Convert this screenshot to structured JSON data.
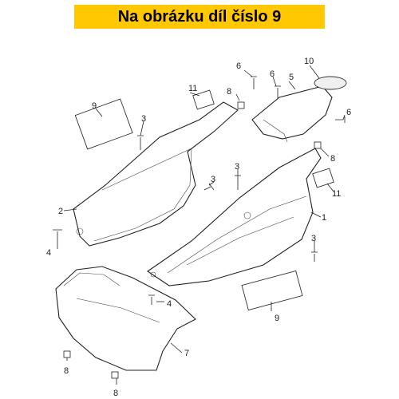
{
  "banner": {
    "title": "Na obrázku díl číslo 9"
  },
  "callouts": [
    "1",
    "2",
    "3",
    "3",
    "3",
    "3",
    "4",
    "4",
    "5",
    "6",
    "6",
    "6",
    "7",
    "8",
    "8",
    "8",
    "8",
    "9",
    "9",
    "10",
    "11",
    "11"
  ]
}
